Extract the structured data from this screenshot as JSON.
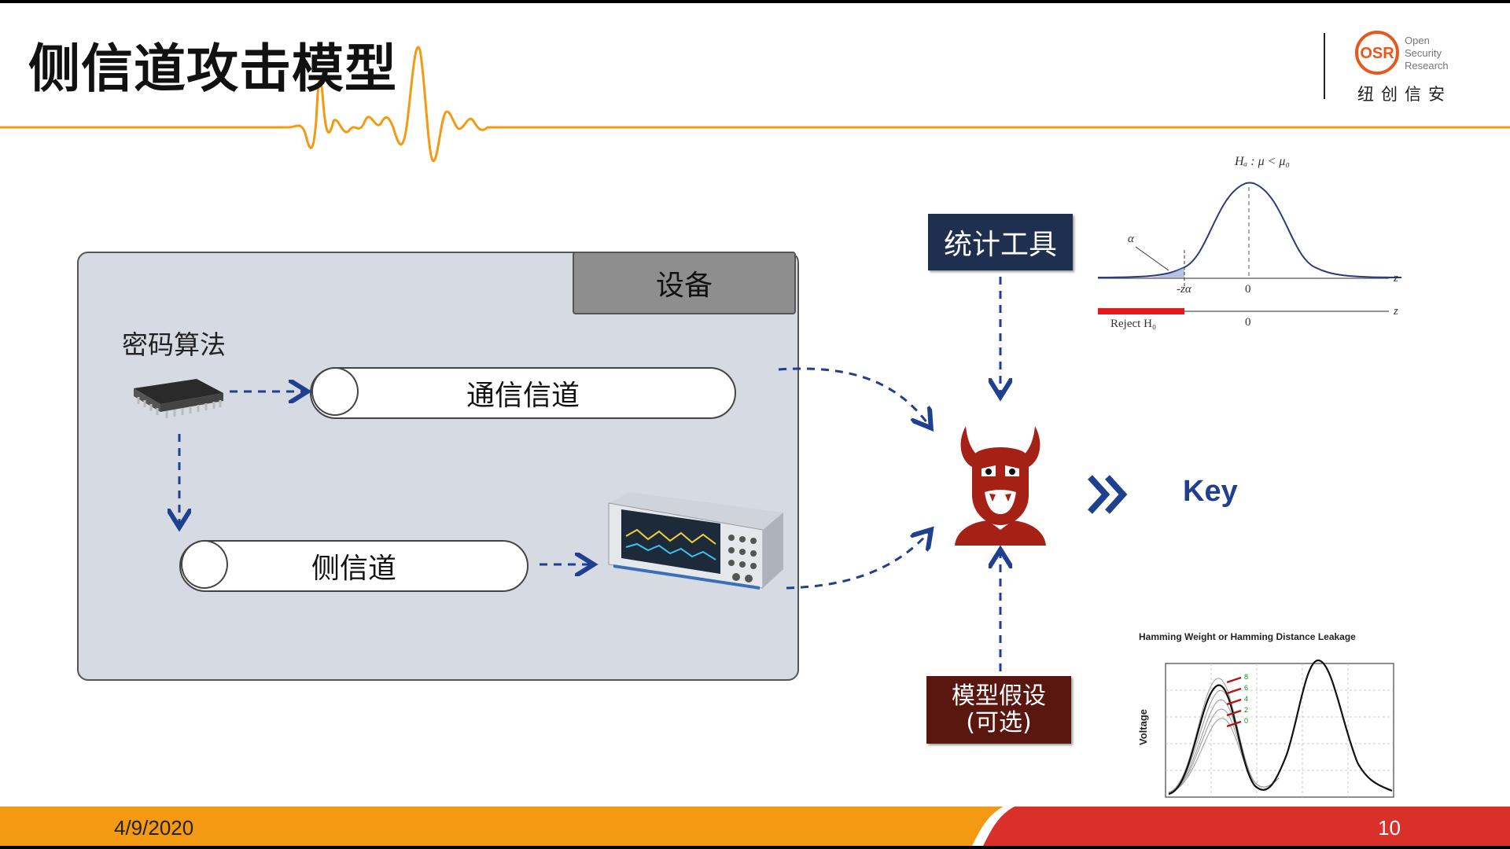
{
  "slide": {
    "title": "侧信道攻击模型",
    "date": "4/9/2020",
    "page_number": "10"
  },
  "logo": {
    "mark_text": "OSR",
    "name_line1": "Open",
    "name_line2": "Security",
    "name_line3": "Research",
    "chinese_name": "纽创信安"
  },
  "device": {
    "tab_label": "设备",
    "algorithm_label": "密码算法",
    "comm_channel_label": "通信信道",
    "side_channel_label": "侧信道"
  },
  "attack": {
    "stat_tool_label": "统计工具",
    "model_line1": "模型假设",
    "model_line2": "(可选)",
    "key_label": "Key"
  },
  "stats_chart": {
    "hypothesis": "Hₐ : μ < μ₀",
    "alpha": "α",
    "z_alpha": "-zα",
    "zero_top": "0",
    "zero_bottom": "0",
    "z_top": "z",
    "z_bottom": "z",
    "reject_label": "Reject  H₀"
  },
  "hw_chart": {
    "title": "Hamming Weight or Hamming Distance Leakage",
    "ylabel": "Voltage",
    "marks": [
      "8",
      "6",
      "4",
      "2",
      "0"
    ]
  },
  "colors": {
    "accent_orange": "#f39a12",
    "footer_red": "#d9302a",
    "dark_blue": "#1e2f4f",
    "dark_red": "#5a1710",
    "arrow_blue": "#1f3f8f"
  }
}
